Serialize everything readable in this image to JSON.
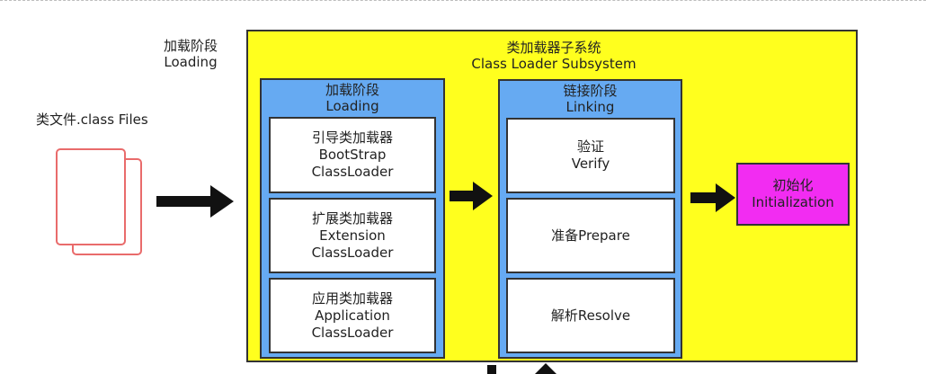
{
  "loading_label": {
    "zh": "加载阶段",
    "en": "Loading"
  },
  "files_label": "类文件.class Files",
  "subsystem": {
    "zh": "类加载器子系统",
    "en": "Class Loader Subsystem"
  },
  "loading_phase": {
    "zh": "加载阶段",
    "en": "Loading",
    "loaders": [
      {
        "zh": "引导类加载器",
        "line1": "BootStrap",
        "line2": "ClassLoader"
      },
      {
        "zh": "扩展类加载器",
        "line1": "Extension",
        "line2": "ClassLoader"
      },
      {
        "zh": "应用类加载器",
        "line1": "Application",
        "line2": "ClassLoader"
      }
    ]
  },
  "linking_phase": {
    "zh": "链接阶段",
    "en": "Linking",
    "steps": [
      {
        "zh": "验证",
        "en": "Verify"
      },
      {
        "text": "准备Prepare"
      },
      {
        "text": "解析Resolve"
      }
    ]
  },
  "initialization": {
    "zh": "初始化",
    "en": "Initialization"
  },
  "colors": {
    "subsystem": "#ffff1e",
    "phase": "#66aaf2",
    "init": "#f22cf2",
    "file_border": "#e96b6b"
  }
}
